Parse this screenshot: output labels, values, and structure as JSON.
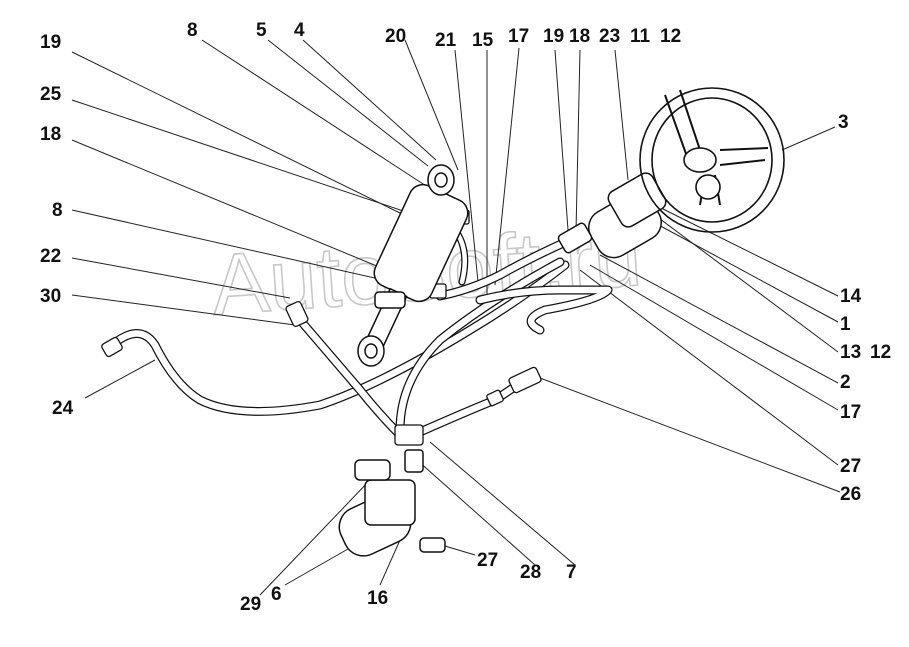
{
  "watermark": "AutoSoft.ru",
  "labels": {
    "l19a": "19",
    "l8a": "8",
    "l5": "5",
    "l4": "4",
    "l20": "20",
    "l21": "21",
    "l15": "15",
    "l17a": "17",
    "l19b": "19",
    "l18b": "18",
    "l23": "23",
    "l11": "11",
    "l12a": "12",
    "l25": "25",
    "l3": "3",
    "l18a": "18",
    "l8b": "8",
    "l22": "22",
    "l14": "14",
    "l30": "30",
    "l1": "1",
    "l13": "13",
    "l12b": "12",
    "l24": "24",
    "l2": "2",
    "l17b": "17",
    "l27a": "27",
    "l26": "26",
    "l27b": "27",
    "l28": "28",
    "l7": "7",
    "l29": "29",
    "l6": "6",
    "l16": "16"
  }
}
